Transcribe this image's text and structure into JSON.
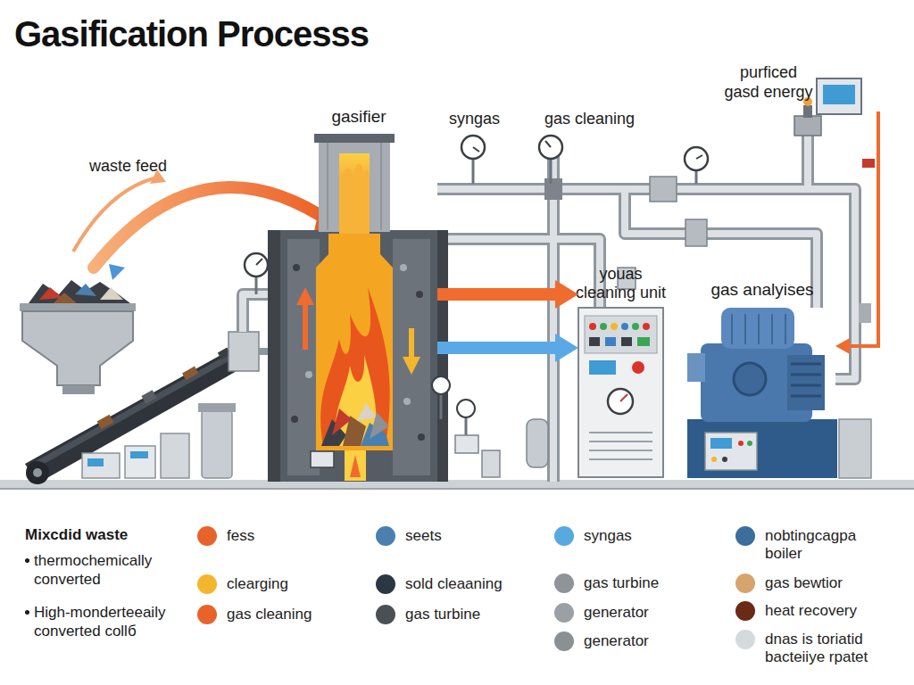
{
  "diagram": {
    "title": "Gasification Processs",
    "nodes": [
      {
        "text": [
          "gasifier"
        ]
      },
      {
        "text": [
          "youas cleaning unit"
        ]
      },
      {
        "text": [
          "gas analyises"
        ]
      }
    ],
    "edges": [
      {
        "from": 0,
        "to": 1,
        "arrow": "to"
      },
      {
        "from": 0,
        "to": 1,
        "arrow": "to"
      }
    ],
    "labels": [
      "waste feed",
      "syngas",
      "gas cleaning",
      "purficed gasd energy",
      "Mixcdid waste",
      "thermochemically converted",
      "High-monderteeaily converted collб"
    ],
    "legend": [
      {
        "text": "fess",
        "color": "#e8632a"
      },
      {
        "text": "clearging",
        "color": "#f4b62c"
      },
      {
        "text": "gas cleaning",
        "color": "#e8632a"
      },
      {
        "text": "seets",
        "color": "#4a7fae"
      },
      {
        "text": "sold cleaaning",
        "color": "#2b3745"
      },
      {
        "text": "gas turbine",
        "color": "#4b5055"
      },
      {
        "text": "syngas",
        "color": "#58a9de"
      },
      {
        "text": "gas turbine",
        "color": "#8f9499"
      },
      {
        "text": "generator",
        "color": "#9ba0a5"
      },
      {
        "text": "generator",
        "color": "#8b9095"
      },
      {
        "text": "nobtingcagpa boiler",
        "color": "#3c6e9b"
      },
      {
        "text": "gas bewtior",
        "color": "#d6a56d"
      },
      {
        "text": "heat recovery",
        "color": "#6a2a17"
      },
      {
        "text": "dnas is toriatid bacteiiye rpatet",
        "color": "#d5dadd"
      }
    ]
  }
}
